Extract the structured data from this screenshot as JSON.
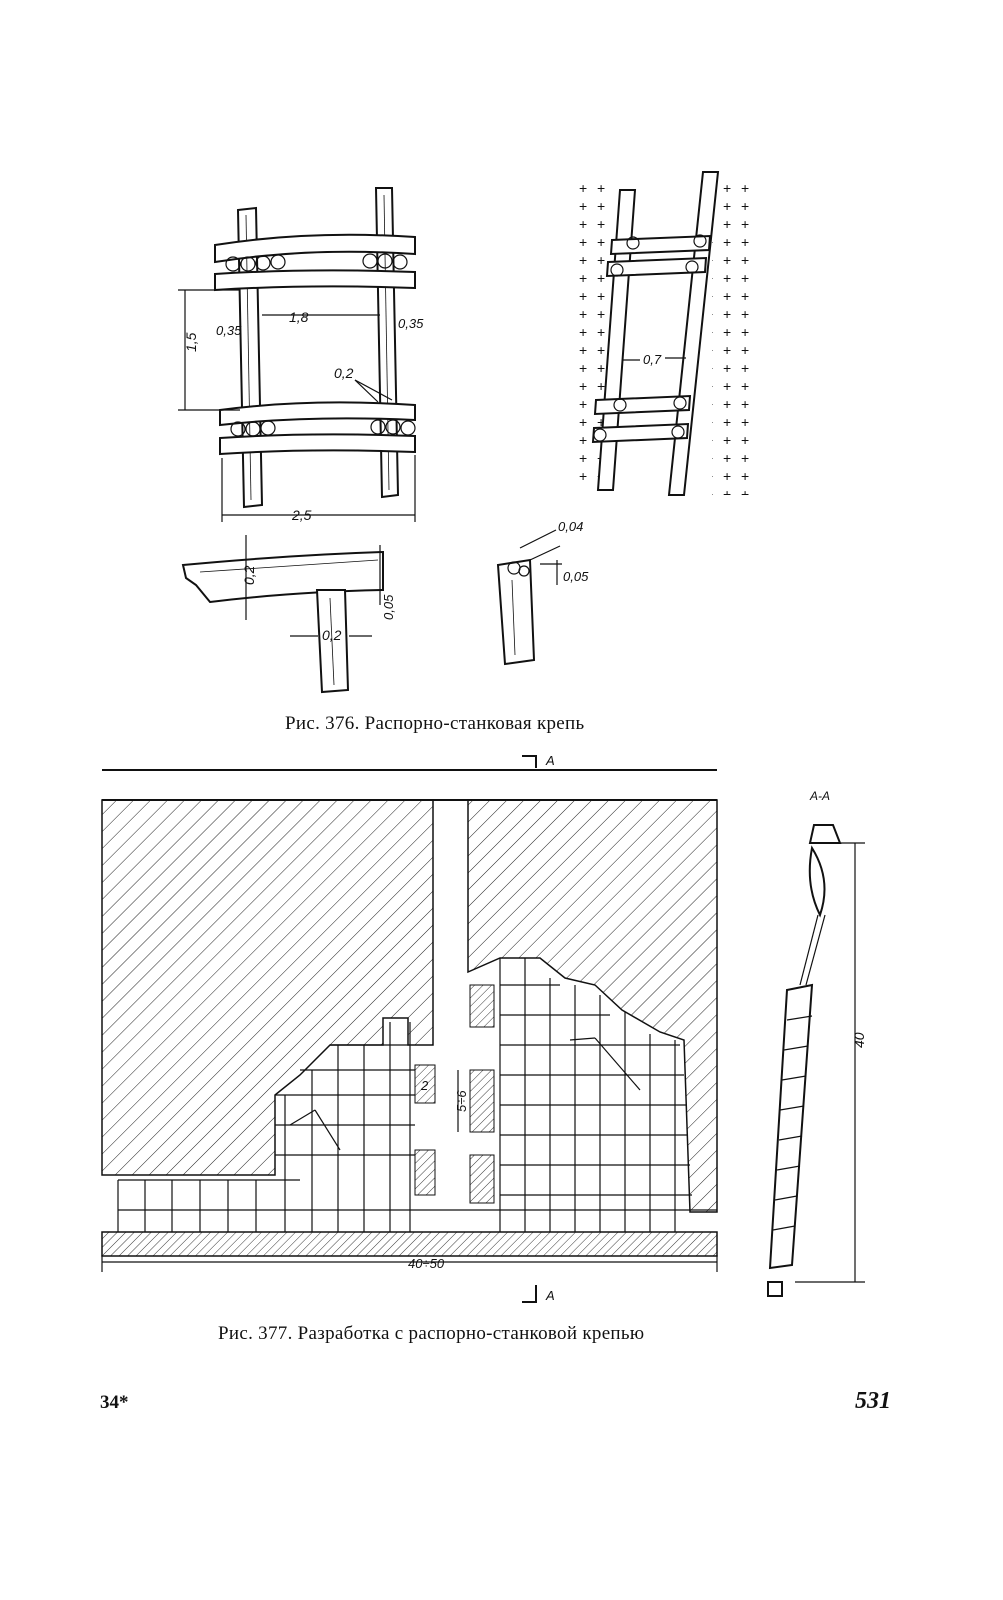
{
  "page": {
    "signature_mark": "34*",
    "page_number": "531"
  },
  "figure_376": {
    "caption": "Рис. 376. Распорно-станковая крепь",
    "labels": {
      "d_1_8": "1,8",
      "d_1_5": "1,5",
      "d_0_35_left": "0,35",
      "d_0_35_right": "0,35",
      "d_0_2_cap": "0,2",
      "d_2_5": "2,5",
      "d_0_7": "0,7",
      "d_0_2_beam": "0,2",
      "d_0_05_beam": "0,05",
      "d_0_2_post": "0,2",
      "d_0_04": "0,04",
      "d_0_05_post": "0,05"
    }
  },
  "figure_377": {
    "caption": "Рис. 377. Разработка с распорно-станковой крепью",
    "labels": {
      "section_mark_top": "А",
      "section_mark_bottom": "А",
      "section_title": "А-А",
      "d_5_6": "5÷6",
      "d_2": "2",
      "d_40_50": "40÷50",
      "d_40": "40"
    }
  },
  "colors": {
    "ink": "#111111",
    "paper": "#ffffff"
  }
}
